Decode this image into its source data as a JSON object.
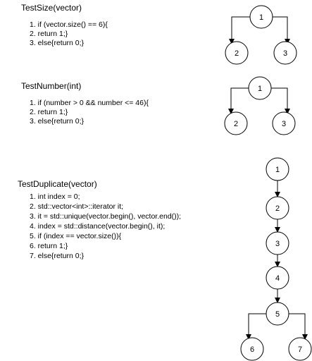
{
  "functions": [
    {
      "name": "TestSize(vector)",
      "lines": [
        "1. if (vector.size() == 6){",
        "2. return 1;}",
        "3. else{return 0;}"
      ],
      "graph": {
        "nodes": [
          "1",
          "2",
          "3"
        ],
        "edges": [
          [
            "1",
            "2"
          ],
          [
            "1",
            "3"
          ]
        ]
      }
    },
    {
      "name": "TestNumber(int)",
      "lines": [
        "1. if (number > 0 && number <= 46){",
        "2. return 1;}",
        "3. else{return 0;}"
      ],
      "graph": {
        "nodes": [
          "1",
          "2",
          "3"
        ],
        "edges": [
          [
            "1",
            "2"
          ],
          [
            "1",
            "3"
          ]
        ]
      }
    },
    {
      "name": "TestDuplicate(vector)",
      "lines": [
        "1. int index = 0;",
        "2. std::vector<int>::iterator it;",
        "3. it = std::unique(vector.begin(), vector.end());",
        "4. index = std::distance(vector.begin(), it);",
        "5. if (index == vector.size()){",
        "6. return 1;}",
        "7. else{return 0;}"
      ],
      "graph": {
        "nodes": [
          "1",
          "2",
          "3",
          "4",
          "5",
          "6",
          "7"
        ],
        "edges": [
          [
            "1",
            "2"
          ],
          [
            "2",
            "3"
          ],
          [
            "3",
            "4"
          ],
          [
            "4",
            "5"
          ],
          [
            "5",
            "6"
          ],
          [
            "5",
            "7"
          ]
        ]
      }
    }
  ]
}
